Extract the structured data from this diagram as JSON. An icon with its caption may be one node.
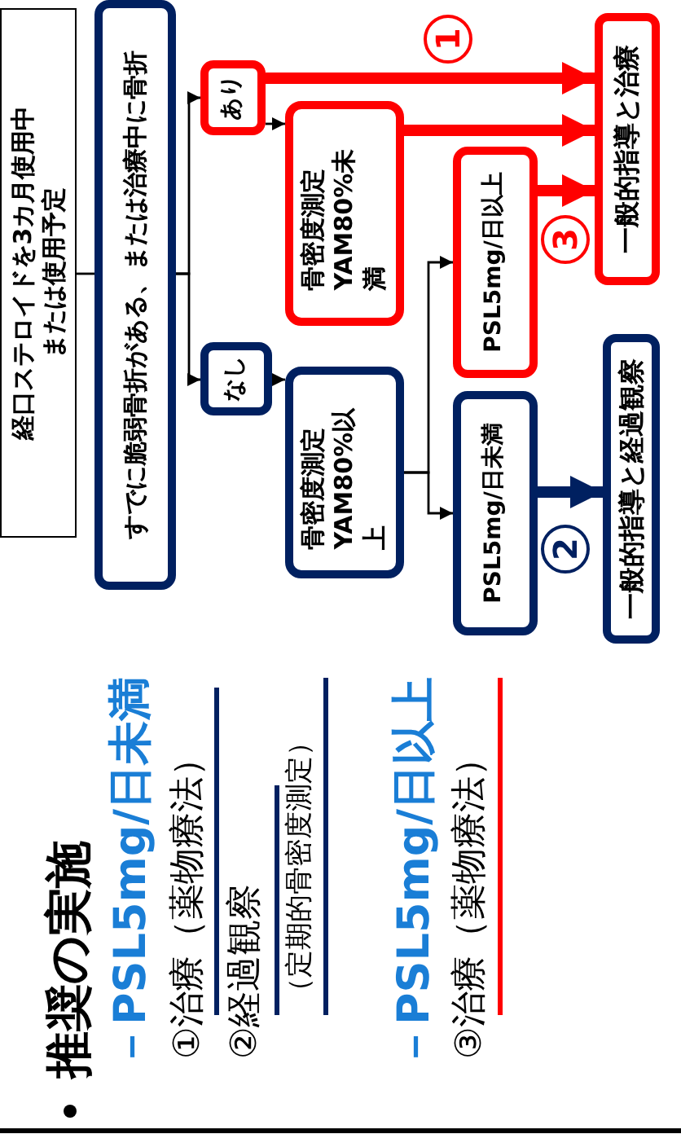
{
  "diagram": {
    "nodes": [
      {
        "text": [
          "経口ステロイドを3カ月使用中または使用予定"
        ]
      },
      {
        "text": [
          "すでに脆弱骨折がある、または治療中に骨折"
        ]
      },
      {
        "text": [
          "あり"
        ]
      },
      {
        "text": [
          "なし"
        ]
      },
      {
        "text": [
          "骨密度測定YAM80%未満"
        ]
      },
      {
        "text": [
          "骨密度測定YAM80%以上"
        ]
      },
      {
        "text": [
          "PSL5mg/日以上"
        ]
      },
      {
        "text": [
          "PSL5mg/日未満"
        ]
      },
      {
        "text": [
          "一般的指導と治療"
        ]
      },
      {
        "text": [
          "一般的指導と経過観察"
        ]
      }
    ],
    "edges": [
      {
        "from": 0,
        "to": 1,
        "arrow": "none"
      },
      {
        "from": 1,
        "to": 2,
        "arrow": "to"
      },
      {
        "from": 1,
        "to": 3,
        "arrow": "to"
      },
      {
        "from": 2,
        "to": 4,
        "arrow": "to"
      },
      {
        "from": 3,
        "to": 5,
        "arrow": "to"
      },
      {
        "from": 5,
        "to": 6,
        "arrow": "to"
      },
      {
        "from": 5,
        "to": 7,
        "arrow": "to"
      },
      {
        "from": 2,
        "to": 8,
        "arrow": "to",
        "label": "1",
        "style": "thick",
        "color": "#ff0000"
      },
      {
        "from": 4,
        "to": 8,
        "arrow": "to",
        "style": "thick",
        "color": "#ff0000"
      },
      {
        "from": 6,
        "to": 8,
        "arrow": "to",
        "label": "3",
        "style": "thick",
        "color": "#ff0000"
      },
      {
        "from": 7,
        "to": 9,
        "arrow": "to",
        "label": "2",
        "style": "thick",
        "color": "#002060"
      }
    ],
    "labels": [
      "推奨の実施",
      "－PSL5mg/日未満",
      "①治療（薬物療法）",
      "②経過観察",
      "（定期的骨密度測定）",
      "－PSL5mg/日以上",
      "③治療（薬物療法）"
    ]
  }
}
